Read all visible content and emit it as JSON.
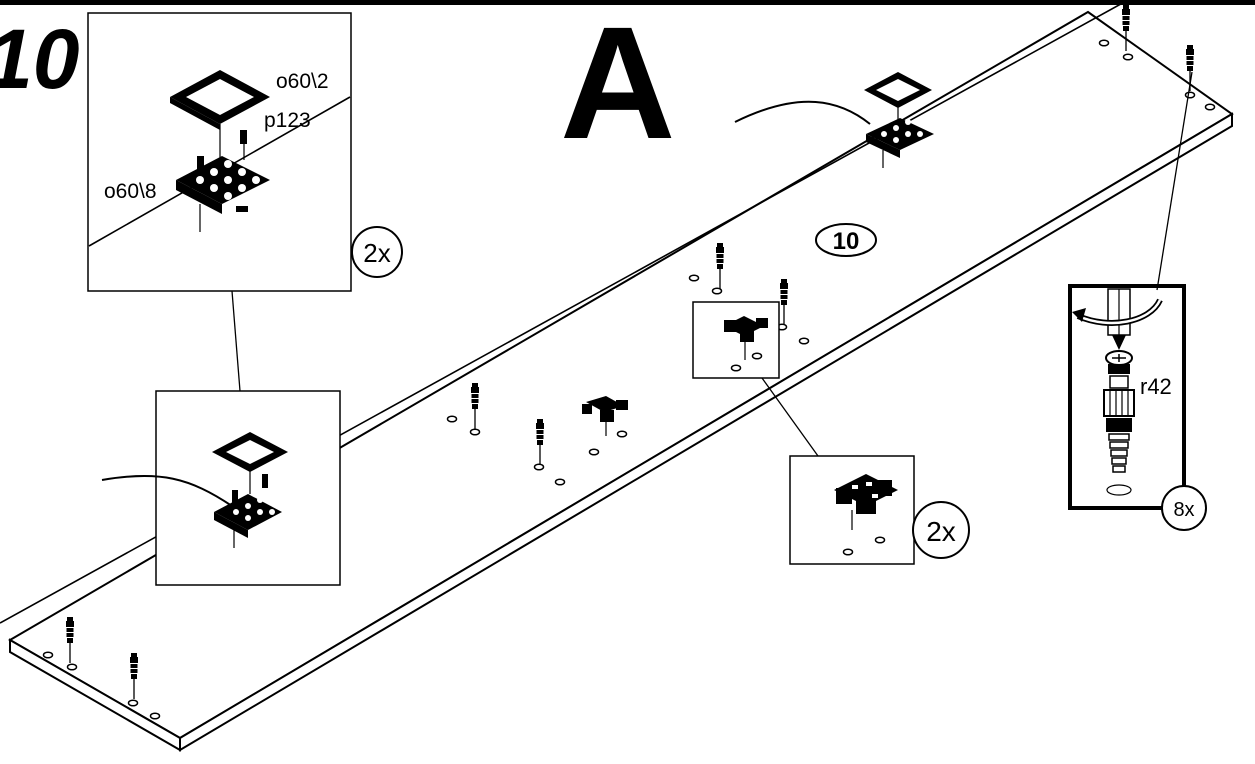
{
  "step_number": "10",
  "step_badge": "10",
  "panel_letter": "A",
  "parts": {
    "frame_top": "o60\\2",
    "screw_small": "p123",
    "frame_plate": "o60\\8",
    "cam_dowel": "r42"
  },
  "quantities": {
    "inset_frame": "2x",
    "inset_hinge": "2x",
    "inset_dowel": "8x"
  }
}
